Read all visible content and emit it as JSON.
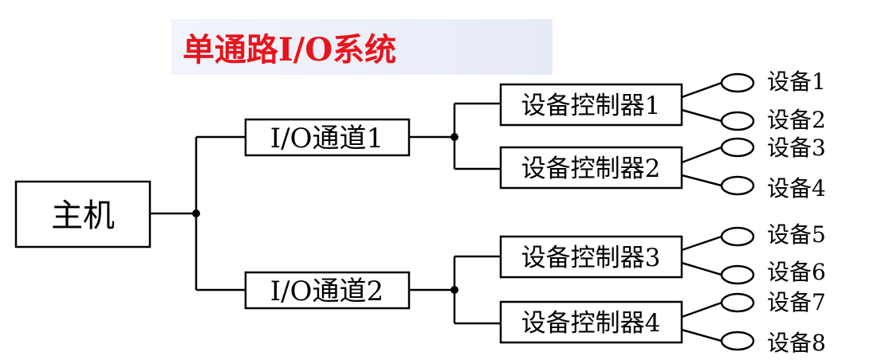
{
  "title": "单通路I/O系统",
  "host": {
    "label": "主机"
  },
  "channels": [
    {
      "label": "I/O通道1"
    },
    {
      "label": "I/O通道2"
    }
  ],
  "controllers": [
    {
      "label": "设备控制器1"
    },
    {
      "label": "设备控制器2"
    },
    {
      "label": "设备控制器3"
    },
    {
      "label": "设备控制器4"
    }
  ],
  "devices": [
    {
      "label": "设备1"
    },
    {
      "label": "设备2"
    },
    {
      "label": "设备3"
    },
    {
      "label": "设备4"
    },
    {
      "label": "设备5"
    },
    {
      "label": "设备6"
    },
    {
      "label": "设备7"
    },
    {
      "label": "设备8"
    }
  ]
}
